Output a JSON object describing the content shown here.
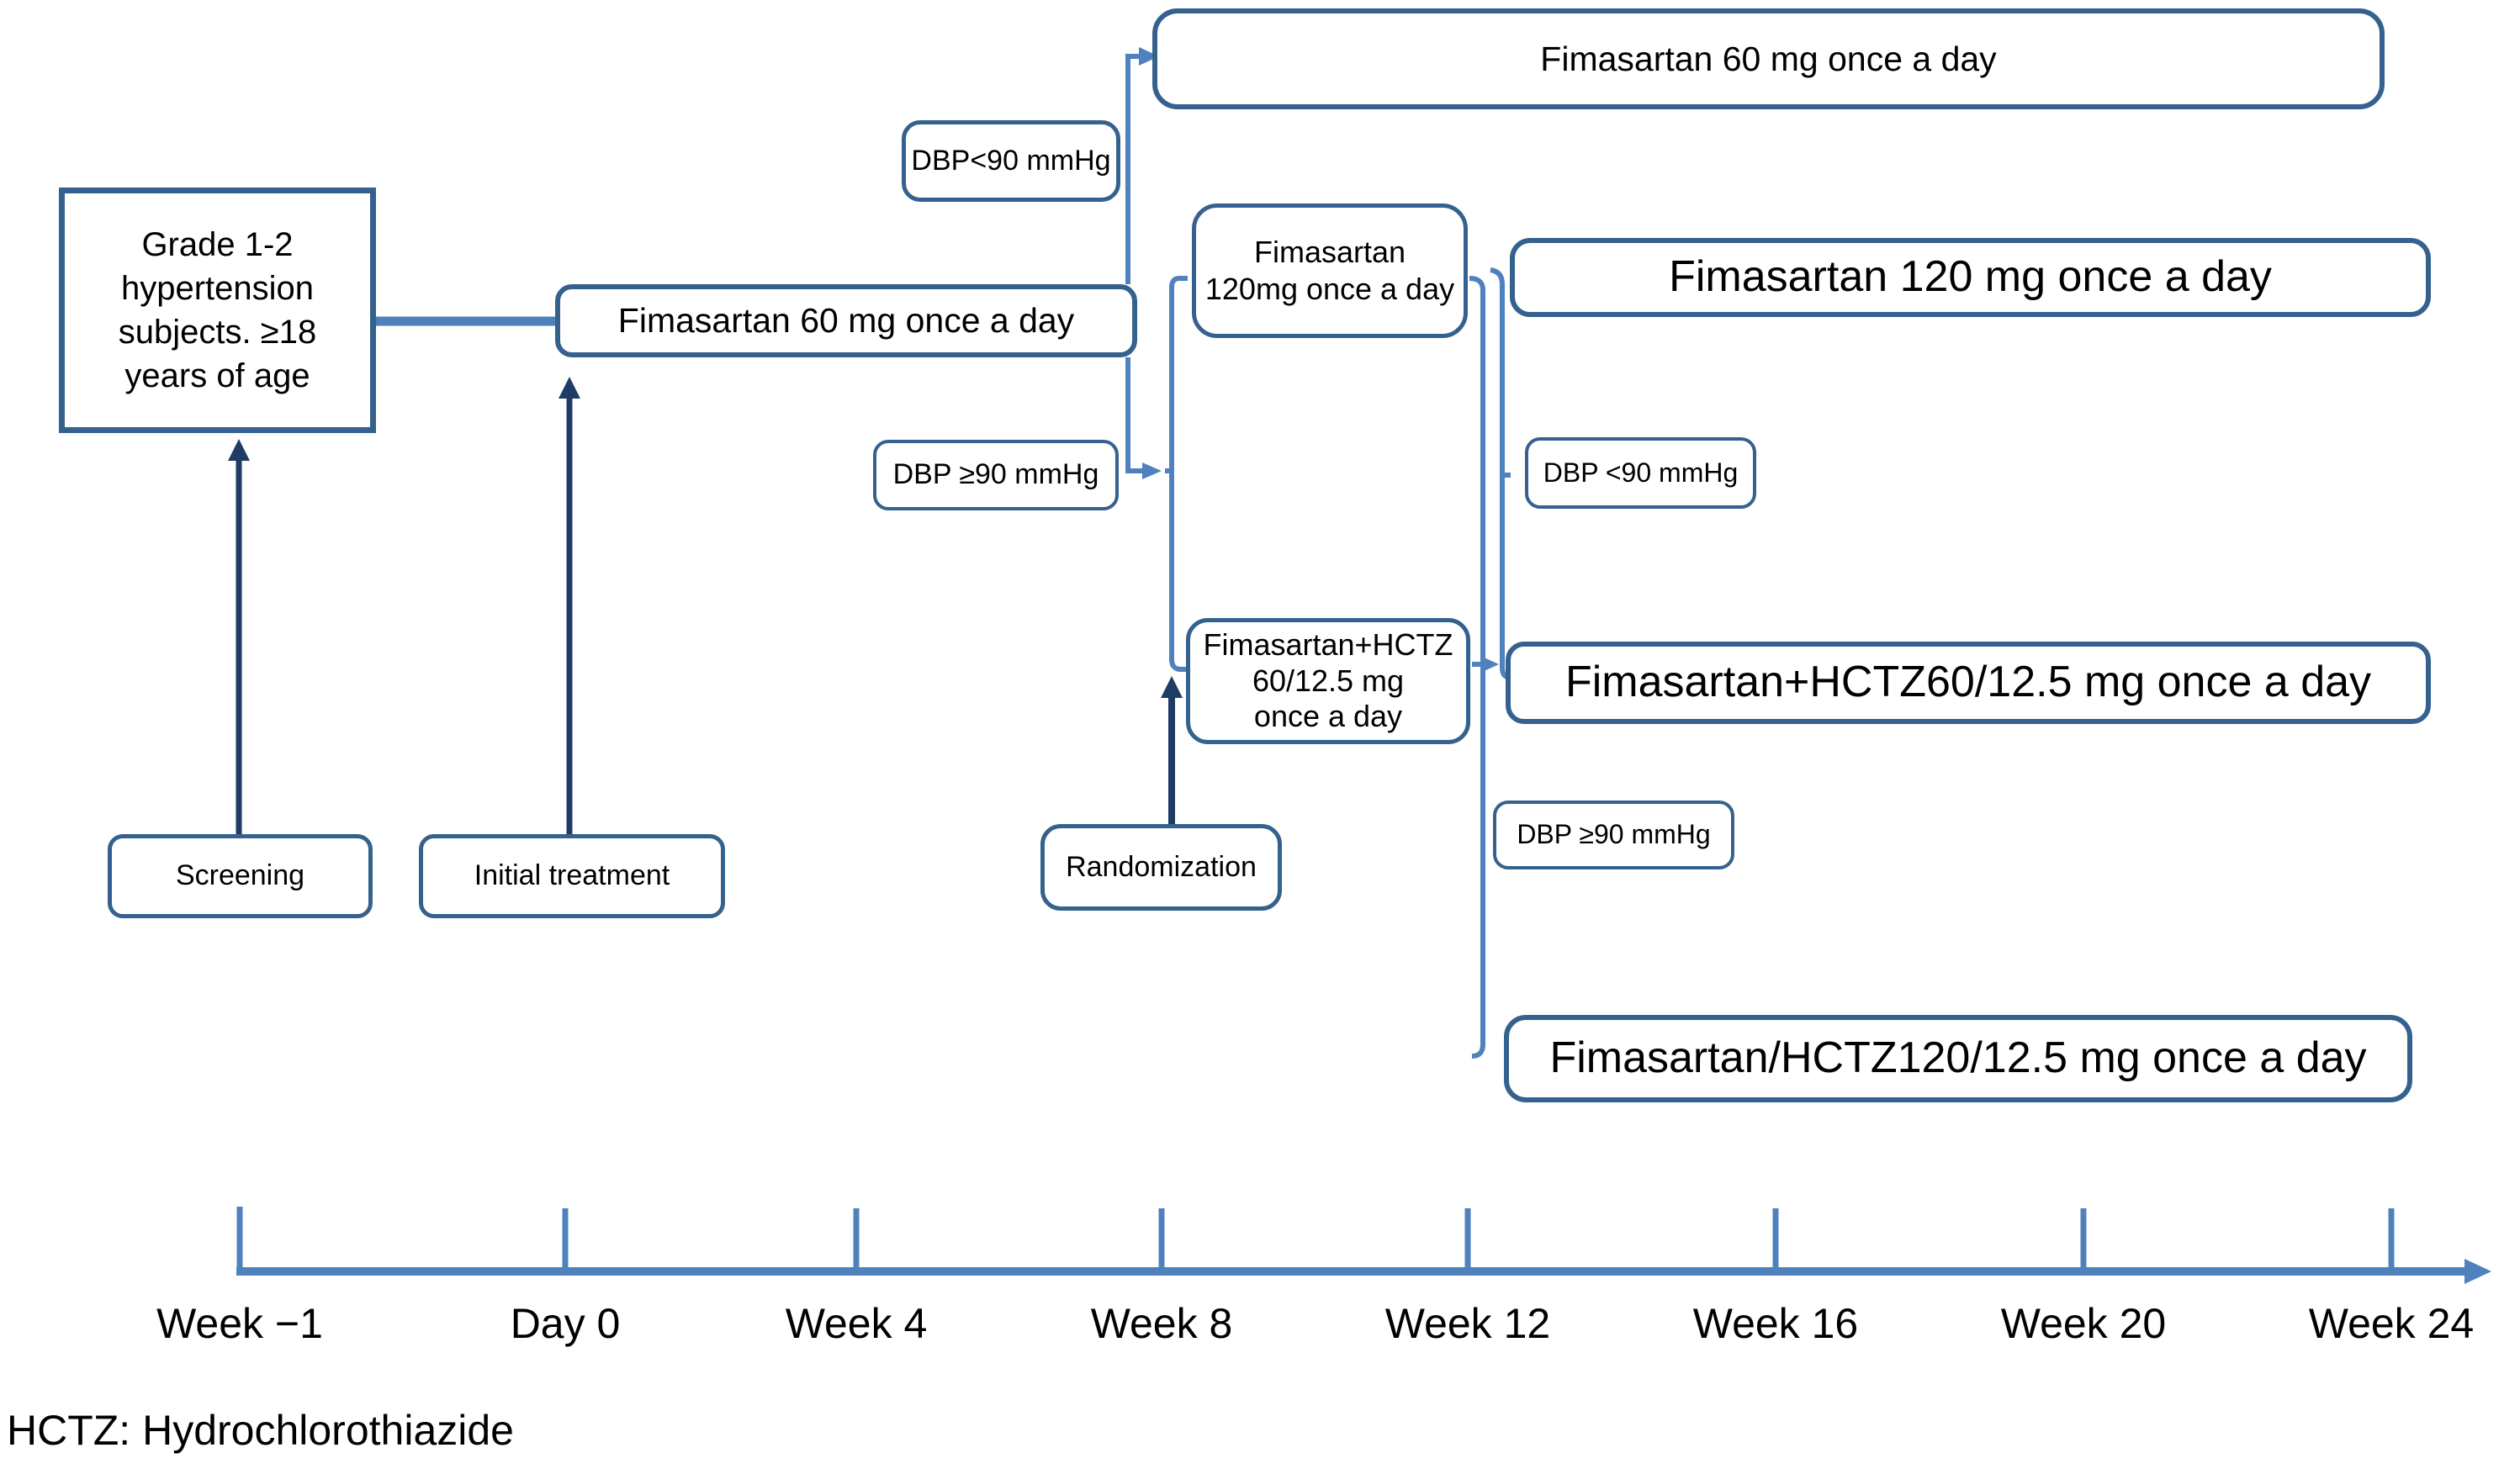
{
  "diagram": {
    "title_hint": "Fimasartan hypertension study design flow",
    "boxes": {
      "eligibility": "Grade 1-2\nhypertension\nsubjects. ≥18\nyears of age",
      "initial_fim60": "Fimasartan 60 mg once a day",
      "top_continue_fim60": "Fimasartan 60 mg once a day",
      "fim120_arm": "Fimasartan\n120mg once a day",
      "fim_hctz60_arm": "Fimasartan+HCTZ\n60/12.5 mg\nonce a day",
      "fim120_continue": "Fimasartan 120 mg once a day",
      "fim_hctz60_continue": "Fimasartan+HCTZ60/12.5 mg once a day",
      "fim_hctz120": "Fimasartan/HCTZ120/12.5 mg once a day"
    },
    "decision_labels": {
      "dbp_lt90_initial": "DBP<90 mmHg",
      "dbp_ge90_initial": "DBP ≥90 mmHg",
      "dbp_lt90_week12": "DBP <90 mmHg",
      "dbp_ge90_week12": "DBP ≥90 mmHg"
    },
    "phases": {
      "screening": "Screening",
      "initial_treatment": "Initial treatment",
      "randomization": "Randomization"
    },
    "timeline": {
      "labels": [
        "Week −1",
        "Day 0",
        "Week 4",
        "Week 8",
        "Week 12",
        "Week 16",
        "Week 20",
        "Week 24"
      ]
    },
    "footnote": "HCTZ: Hydrochlorothiazide",
    "colors": {
      "box_border": "#35618f",
      "connector_blue": "#4f81bd",
      "arrow_dark_navy": "#1f3c64",
      "text": "#000000",
      "background": "#ffffff"
    }
  }
}
